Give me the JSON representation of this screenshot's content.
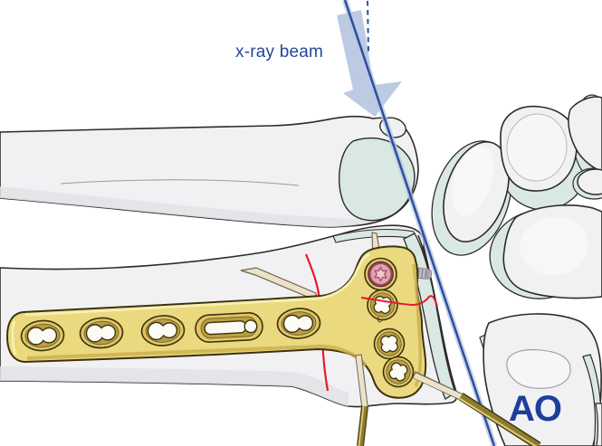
{
  "illustration": {
    "label_xray_beam": "x-ray beam",
    "logo_text": "AO"
  },
  "colors": {
    "background": "#ffffff",
    "bone_fill": "#f1f1f3",
    "bone_shade": "#e3e3e6",
    "bone_outline": "#2e2b28",
    "cartilage_teal": "#d9e8e2",
    "plate_gold": "#ead97e",
    "plate_gold_light": "#f8f0b6",
    "plate_gold_dark": "#c9ae4d",
    "plate_ring": "#b99e42",
    "plate_outline": "#3c320f",
    "screw_head_pink": "#e7a0af",
    "screw_head_ring": "#8d4a57",
    "cortical_screw_gray": "#c3bdc7",
    "kwire_pale": "#ebe2c8",
    "kwire_gold": "#8d7d2c",
    "beam_fill": "#b9c7e2",
    "beam_line_blue": "#2c4f9e",
    "label_blue": "#24479a",
    "fracture_red": "#e8182b",
    "logo_blue": "#1d3f9c"
  },
  "parts": [
    {
      "name": "xray-beam-arrow",
      "description": "wide light-blue arrow showing x-ray beam direction"
    },
    {
      "name": "beam-center-line",
      "description": "solid dark-blue central beam line"
    },
    {
      "name": "dashed-reference-line",
      "description": "dashed vertical reference line"
    },
    {
      "name": "ulna",
      "description": "distal ulna with articular cartilage"
    },
    {
      "name": "radius",
      "description": "distal radius with articular cartilage"
    },
    {
      "name": "carpal-bones",
      "description": "carpal bones with cartilage interfaces"
    },
    {
      "name": "volar-t-plate",
      "description": "gold T-plate with combination holes"
    },
    {
      "name": "locking-screw",
      "description": "pink locking screw head in plate"
    },
    {
      "name": "cortical-screw",
      "description": "gray threaded screw tip"
    },
    {
      "name": "k-wires",
      "description": "Kirschner wires through fragment"
    },
    {
      "name": "fracture-lines",
      "description": "red fracture lines in distal radius"
    }
  ]
}
